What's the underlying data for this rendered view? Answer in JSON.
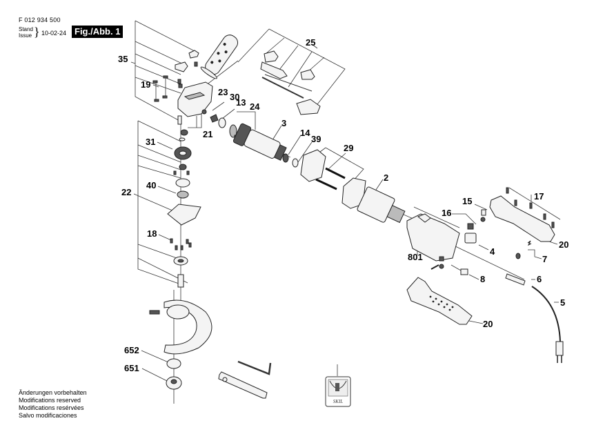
{
  "header": {
    "part_number": "F 012 934 500",
    "stand_label": "Stand",
    "issue_label": "Issue",
    "brace": "}",
    "date": "10-02-24",
    "figure_label": "Fig./Abb. 1"
  },
  "footer": {
    "lines": [
      "Änderungen vorbehalten",
      "Modifications reserved",
      "Modifications resérvées",
      "Salvo modificaciones"
    ]
  },
  "diagram": {
    "title": "Exploded parts view – angle grinder",
    "callouts": [
      {
        "id": "c35",
        "label": "35"
      },
      {
        "id": "c19",
        "label": "19"
      },
      {
        "id": "c23",
        "label": "23"
      },
      {
        "id": "c30",
        "label": "30"
      },
      {
        "id": "c13",
        "label": "13"
      },
      {
        "id": "c24",
        "label": "24"
      },
      {
        "id": "c21",
        "label": "21"
      },
      {
        "id": "c25",
        "label": "25"
      },
      {
        "id": "c3",
        "label": "3"
      },
      {
        "id": "c14",
        "label": "14"
      },
      {
        "id": "c39",
        "label": "39"
      },
      {
        "id": "c29",
        "label": "29"
      },
      {
        "id": "c2",
        "label": "2"
      },
      {
        "id": "c31",
        "label": "31"
      },
      {
        "id": "c40",
        "label": "40"
      },
      {
        "id": "c22",
        "label": "22"
      },
      {
        "id": "c18",
        "label": "18"
      },
      {
        "id": "c15",
        "label": "15"
      },
      {
        "id": "c16",
        "label": "16"
      },
      {
        "id": "c17",
        "label": "17"
      },
      {
        "id": "c20a",
        "label": "20"
      },
      {
        "id": "c801",
        "label": "801"
      },
      {
        "id": "c4",
        "label": "4"
      },
      {
        "id": "c7",
        "label": "7"
      },
      {
        "id": "c8",
        "label": "8"
      },
      {
        "id": "c6",
        "label": "6"
      },
      {
        "id": "c5",
        "label": "5"
      },
      {
        "id": "c20b",
        "label": "20"
      },
      {
        "id": "c652",
        "label": "652"
      },
      {
        "id": "c651",
        "label": "651"
      }
    ],
    "label_brand": "SKIL"
  }
}
